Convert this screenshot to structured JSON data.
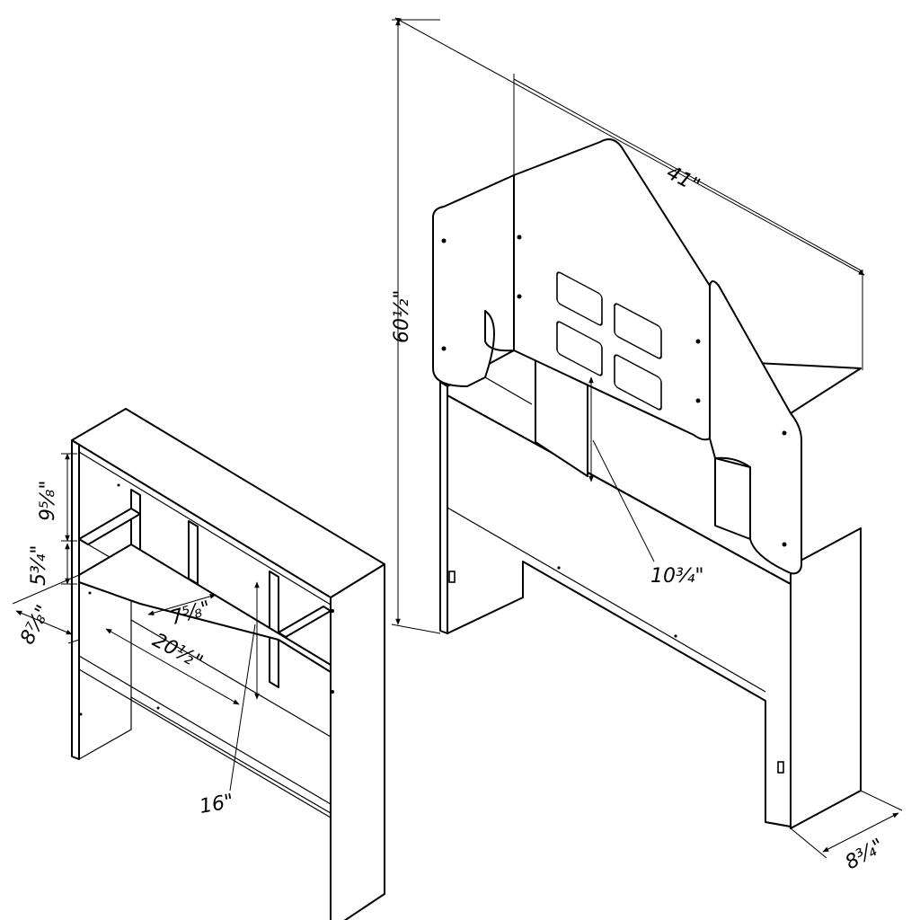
{
  "dimensions": {
    "left_unit": {
      "height_top_shelf": "9⅝\"",
      "height_lower_shelf": "5¾\"",
      "depth": "8⅞\"",
      "inner_width": "20½\"",
      "cubby_width": "7⅝\"",
      "inner_height": "16\""
    },
    "right_unit": {
      "total_height": "60½\"",
      "total_width": "41\"",
      "cubby_height": "10¾\"",
      "depth": "8¾\""
    }
  },
  "colors": {
    "line": "#000000",
    "background": "#ffffff"
  }
}
